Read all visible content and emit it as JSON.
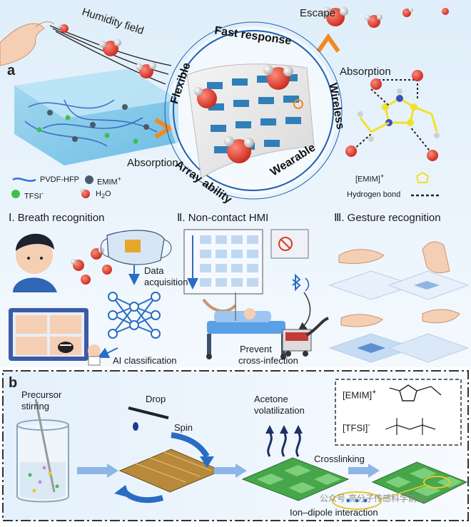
{
  "panel_a": {
    "letter": "a",
    "humidity_field": "Humidity field",
    "escape": "Escape",
    "absorption_right": "Absorption",
    "absorption_left": "Absorption",
    "ring": {
      "fast_response": "Fast response",
      "flexible": "Flexible",
      "wireless": "Wireless",
      "array_ability": "Array ability",
      "wearable": "Wearable"
    },
    "legend": {
      "pvdf": "PVDF-HFP",
      "emim": "EMIM",
      "emim_sup": "+",
      "tfsi": "TFSI",
      "tfsi_sup": "-",
      "h2o_pre": "H",
      "h2o_sub": "2",
      "h2o_post": "O"
    },
    "emim_label": "[EMIM]",
    "emim_label_sup": "+",
    "hydrogen_bond": "Hydrogen bond"
  },
  "apps": {
    "breath_title": "Ⅰ. Breath recognition",
    "hmi_title": "Ⅱ. Non-contact HMI",
    "gesture_title": "Ⅲ. Gesture recognition",
    "data_acq_1": "Data",
    "data_acq_2": "acquisition",
    "ai_class": "AI classification",
    "prevent_1": "Prevent",
    "prevent_2": "cross-infection"
  },
  "panel_b": {
    "letter": "b",
    "precursor_1": "Precursor",
    "precursor_2": "stirring",
    "drop": "Drop",
    "spin": "Spin",
    "acetone_1": "Acetone",
    "acetone_2": "volatilization",
    "crosslinking": "Crosslinking",
    "ion_dipole": "Ion–dipole interaction",
    "emim": "[EMIM]",
    "emim_sup": "+",
    "tfsi": "[TFSI]",
    "tfsi_sup": "-"
  },
  "watermark": "公众号·高分子传感科学前沿",
  "colors": {
    "fiber": "#3b6fd0",
    "emim_ball": "#4a5a66",
    "tfsi_ball": "#3fbf4a",
    "water_o": "#e0392b",
    "water_h": "#d8d8d8",
    "imidazolium": "#f2e12a",
    "arrow_orange": "#f08a24",
    "arrow_blue": "#2a6cc4",
    "chip_green": "#48a64a"
  }
}
